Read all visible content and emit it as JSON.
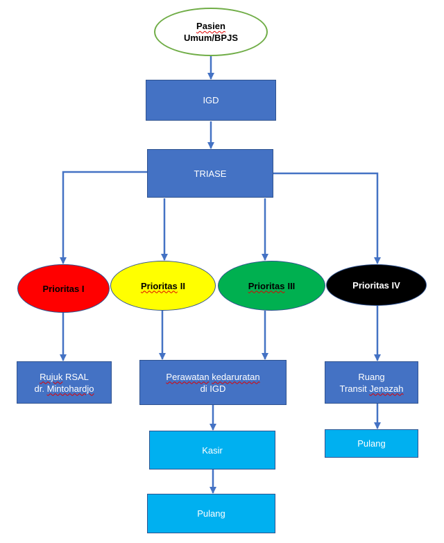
{
  "nodes": {
    "pasien": {
      "line1": "Pasien",
      "line2": "Umum/BPJS"
    },
    "igd": "IGD",
    "triase": "TRIASE",
    "p1": "Prioritas I",
    "p2": {
      "word": "Prioritas",
      "num": "II"
    },
    "p3": {
      "word": "Prioritas",
      "num": "III"
    },
    "p4": "Prioritas IV",
    "rujuk": {
      "line1a": "Rujuk",
      "line1b": "RSAL",
      "line2a": "dr.",
      "line2b": "Mintohardjo"
    },
    "perawatan": {
      "line1a": "Perawatan",
      "line1b": "kedaruratan",
      "line2": "di IGD"
    },
    "kasir": "Kasir",
    "pulang_left": "Pulang",
    "ruang": {
      "line1": "Ruang",
      "line2a": "Transit",
      "line2b": "Jenazah"
    },
    "pulang_right": "Pulang"
  },
  "colors": {
    "box_dark": "#4472c4",
    "box_light": "#00b0f0",
    "prioritas_1": "#ff0000",
    "prioritas_2": "#ffff00",
    "prioritas_3": "#00b050",
    "prioritas_4": "#000000",
    "arrow": "#4472c4"
  }
}
